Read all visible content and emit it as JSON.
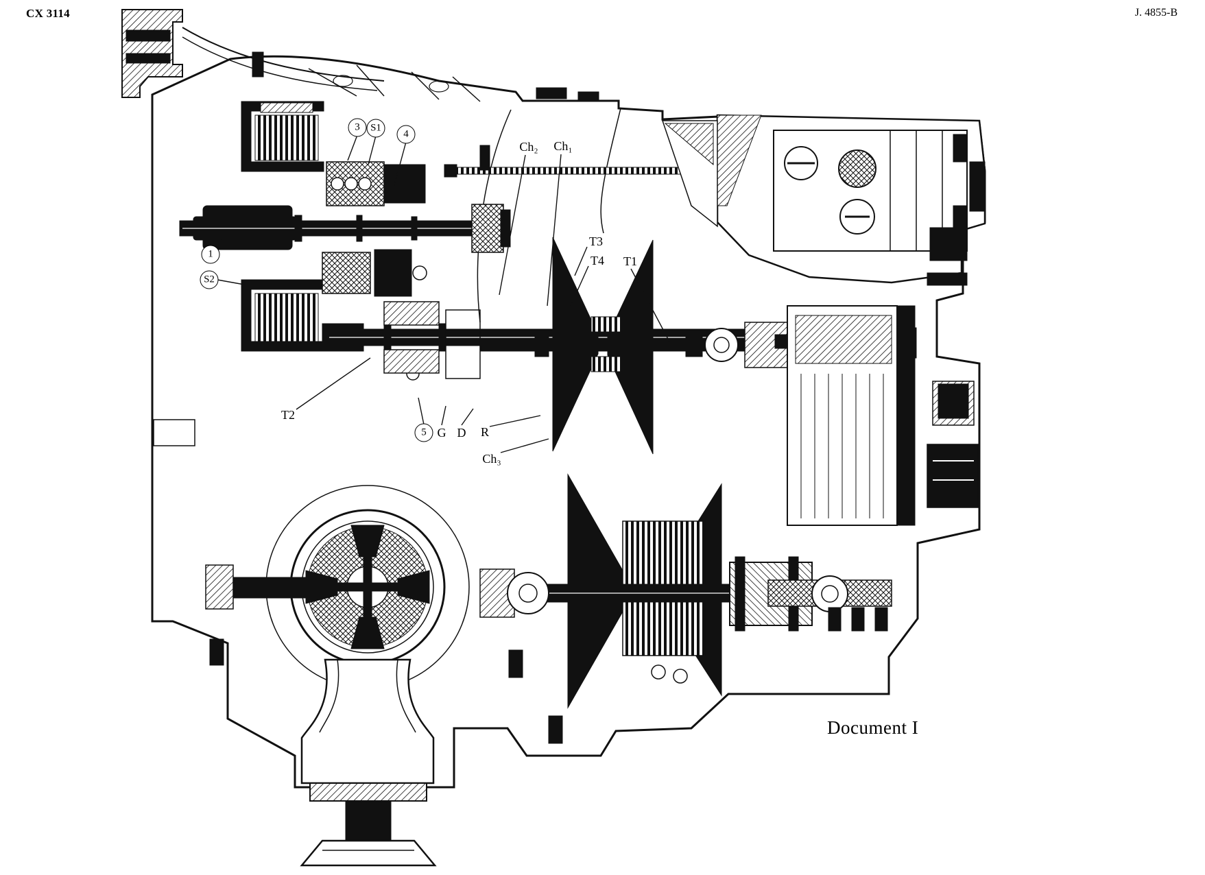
{
  "page": {
    "code_top_left": "CX 3114",
    "code_top_right": "J. 4855-B",
    "caption": "Document I"
  },
  "callouts": {
    "item1": {
      "text": "1",
      "circled": true
    },
    "item3": {
      "text": "3",
      "circled": true
    },
    "s1": {
      "text": "S1",
      "circled": true
    },
    "item4": {
      "text": "4",
      "circled": true
    },
    "s2": {
      "text": "S2",
      "circled": true
    },
    "item5": {
      "text": "5",
      "circled": true
    },
    "ch1": {
      "text": "Ch₁"
    },
    "ch2": {
      "text": "Ch₂"
    },
    "ch3": {
      "text": "Ch₃"
    },
    "t1": {
      "text": "T1"
    },
    "t2": {
      "text": "T2"
    },
    "t3": {
      "text": "T3"
    },
    "t4": {
      "text": "T4"
    },
    "g": {
      "text": "G"
    },
    "d": {
      "text": "D"
    },
    "r": {
      "text": "R"
    }
  }
}
